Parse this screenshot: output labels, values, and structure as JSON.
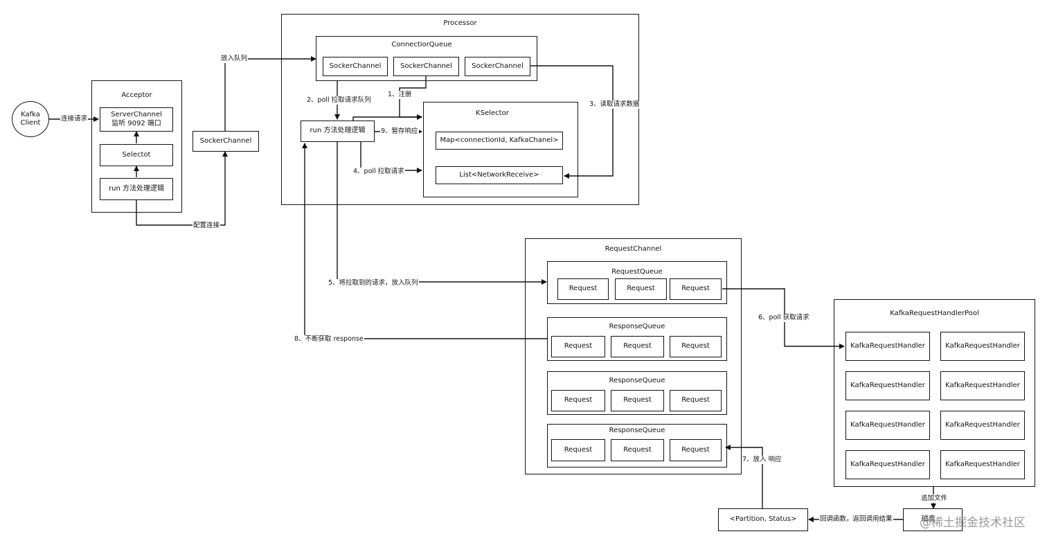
{
  "client": "Kafka\nClient",
  "acceptor": {
    "title": "Acceptor",
    "server_channel": "ServerChannel\n监听 9092 端口",
    "selector": "Selectot",
    "run": "run 方法处理逻辑"
  },
  "socker_channel": "SockerChannel",
  "processor": {
    "title": "Processor",
    "connection_queue": {
      "title": "ConnectiorQueue",
      "items": [
        "SockerChannel",
        "SockerChannel",
        "SockerChannel"
      ]
    },
    "run": "run 方法处理逻辑",
    "kselector": {
      "title": "KSelector",
      "map": "Map<connectionId, KafkaChanel>",
      "list": "List<NetworkReceive>"
    }
  },
  "request_channel": {
    "title": "RequestChannel",
    "request_queue": {
      "title": "RequestQueue",
      "items": [
        "Request",
        "Request",
        "Request"
      ]
    },
    "response_queues": [
      {
        "title": "ResponseQueue",
        "items": [
          "Request",
          "Request",
          "Request"
        ]
      },
      {
        "title": "ResponseQueue",
        "items": [
          "Request",
          "Request",
          "Request"
        ]
      },
      {
        "title": "ResponseQueue",
        "items": [
          "Request",
          "Request",
          "Request"
        ]
      }
    ]
  },
  "handler_pool": {
    "title": "KafkaRequestHandlerPool",
    "handlers": [
      "KafkaRequestHandler",
      "KafkaRequestHandler",
      "KafkaRequestHandler",
      "KafkaRequestHandler",
      "KafkaRequestHandler",
      "KafkaRequestHandler",
      "KafkaRequestHandler",
      "KafkaRequestHandler"
    ]
  },
  "partition_status": "<Partition, Status>",
  "log_box": "磁盘",
  "labels": {
    "connect": "连接请求",
    "enqueue": "放入队列",
    "config_conn": "配置连接",
    "register": "1、注册",
    "poll_queue": "2、poll 拉取请求队列",
    "read_data": "3、读取请求数据",
    "poll_req": "4、poll 拉取请求",
    "put_queue": "5、将拉取到的请求，放入队列",
    "poll_get": "6、poll 获取请求",
    "put_resp": "7、放入 响应",
    "get_resp": "8、不断获取 response",
    "stash": "9、暂存响应",
    "append": "追加文件",
    "callback": "回调函数，返回调用结果"
  },
  "watermark": "@稀土掘金技术社区"
}
